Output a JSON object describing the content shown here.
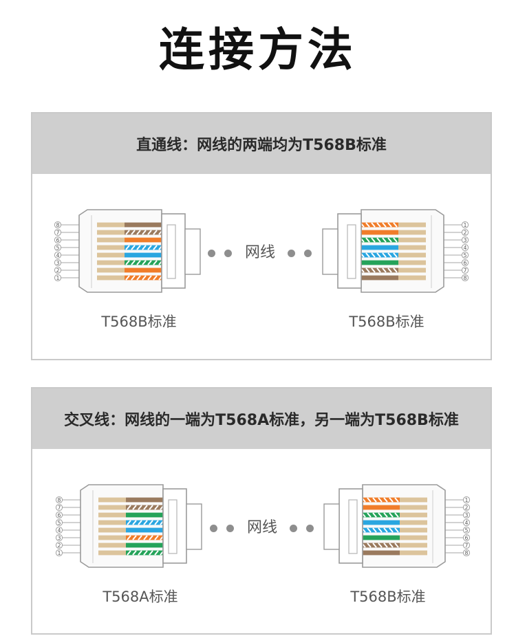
{
  "page_title": "连接方法",
  "straight": {
    "header": "直通线：网线的两端均为T568B标准",
    "cable_label": "网线",
    "left_standard": "T568B标准",
    "right_standard": "T568B标准",
    "left_pins": [
      "8",
      "7",
      "6",
      "5",
      "4",
      "3",
      "2",
      "1"
    ],
    "right_pins": [
      "1",
      "2",
      "3",
      "4",
      "5",
      "6",
      "7",
      "8"
    ]
  },
  "crossover": {
    "header": "交叉线：网线的一端为T568A标准，另一端为T568B标准",
    "cable_label": "网线",
    "left_standard": "T568A标准",
    "right_standard": "T568B标准",
    "left_pins": [
      "8",
      "7",
      "6",
      "5",
      "4",
      "3",
      "2",
      "1"
    ],
    "right_pins": [
      "1",
      "2",
      "3",
      "4",
      "5",
      "6",
      "7",
      "8"
    ]
  },
  "colors": {
    "orange": "#f07d2a",
    "green": "#25a35a",
    "blue": "#2aa6e0",
    "brown": "#9a7a5e",
    "tan": "#dcc49c",
    "header_bg": "#cfcfcf",
    "border": "#c9c9c9"
  }
}
